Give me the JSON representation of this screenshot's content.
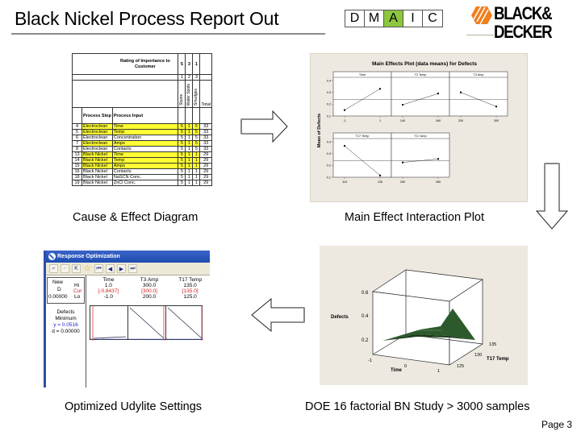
{
  "header": {
    "title": "Black Nickel Process Report Out",
    "dmaic": [
      {
        "letter": "D",
        "active": false
      },
      {
        "letter": "M",
        "active": false
      },
      {
        "letter": "A",
        "active": true
      },
      {
        "letter": "I",
        "active": false
      },
      {
        "letter": "C",
        "active": false
      }
    ],
    "logo_line1": "BLACK&",
    "logo_line2": "DECKER",
    "accent_color": "#8cc63f",
    "logo_orange": "#f07f1e"
  },
  "cause_effect": {
    "caption": "Cause & Effect Diagram",
    "rating_label": "Rating of Importance to Customer",
    "ratings": [
      "5",
      "3",
      "1"
    ],
    "col_numbers": [
      "1",
      "2",
      "3"
    ],
    "outputs": [
      "Stains",
      "Water Spots",
      "Smudges"
    ],
    "total_label": "Total",
    "col_headers": [
      "Process Step",
      "Process Input"
    ],
    "highlight_color": "#ffff33",
    "rows": [
      {
        "n": "4",
        "step": "Electroclean",
        "input": "Time",
        "a": "5",
        "b": "1",
        "c": "5",
        "total": "33",
        "hl": true
      },
      {
        "n": "5",
        "step": "Electroclean",
        "input": "Temp",
        "a": "5",
        "b": "1",
        "c": "5",
        "total": "33",
        "hl": true
      },
      {
        "n": "6",
        "step": "Electroclean",
        "input": "Concentration",
        "a": "5",
        "b": "1",
        "c": "5",
        "total": "33",
        "hl": false
      },
      {
        "n": "7",
        "step": "Electroclean",
        "input": "Amps",
        "a": "5",
        "b": "1",
        "c": "5",
        "total": "33",
        "hl": true
      },
      {
        "n": "8",
        "step": "Electroclean",
        "input": "Contacts",
        "a": "5",
        "b": "1",
        "c": "5",
        "total": "33",
        "hl": false
      },
      {
        "n": "13",
        "step": "Black Nickel",
        "input": "Time",
        "a": "5",
        "b": "1",
        "c": "1",
        "total": "29",
        "hl": true
      },
      {
        "n": "14",
        "step": "Black Nickel",
        "input": "Temp",
        "a": "5",
        "b": "1",
        "c": "1",
        "total": "29",
        "hl": true
      },
      {
        "n": "15",
        "step": "Black Nickel",
        "input": "Amps",
        "a": "5",
        "b": "1",
        "c": "1",
        "total": "29",
        "hl": true
      },
      {
        "n": "16",
        "step": "Black Nickel",
        "input": "Contacts",
        "a": "5",
        "b": "1",
        "c": "1",
        "total": "29",
        "hl": false
      },
      {
        "n": "18",
        "step": "Black Nickel",
        "input": "NaSCN Conc.",
        "a": "5",
        "b": "1",
        "c": "1",
        "total": "29",
        "hl": false
      },
      {
        "n": "19",
        "step": "Black Nickel",
        "input": "ZnCl Conc.",
        "a": "5",
        "b": "1",
        "c": "1",
        "total": "29",
        "hl": false
      }
    ]
  },
  "main_effects": {
    "caption": "Main Effect Interaction Plot",
    "chart_data": {
      "type": "line",
      "title": "Main Effects Plot (data means) for Defects",
      "ylabel": "Mean of Defects",
      "ylim": [
        0.1,
        0.4
      ],
      "yticks": [
        "0.1",
        "0.2",
        "0.3",
        "0.4"
      ],
      "reference_line": 0.24,
      "panels": [
        {
          "name": "Time",
          "x": [
            "-1",
            "1"
          ],
          "y": [
            0.15,
            0.33
          ]
        },
        {
          "name": "T2 Temp",
          "x": [
            "140",
            "160"
          ],
          "y": [
            0.195,
            0.29
          ]
        },
        {
          "name": "T3 Amp",
          "x": [
            "200",
            "300"
          ],
          "y": [
            0.3,
            0.18
          ]
        },
        {
          "name": "T17 Temp",
          "x": [
            "115",
            "135"
          ],
          "y": [
            0.365,
            0.115
          ]
        },
        {
          "name": "T17 Amp",
          "x": [
            "250",
            "350"
          ],
          "y": [
            0.225,
            0.255
          ]
        }
      ]
    }
  },
  "response_opt": {
    "caption": "Optimized Udylite Settings",
    "window_title": "Response Optimization",
    "new_label": "New",
    "d_label": "D",
    "d_value": "0.00000",
    "hi_label": "Hi",
    "cur_label": "Cur",
    "lo_label": "Lo",
    "factors": [
      {
        "name": "Time",
        "hi": "1.0",
        "cur": "[-0.8437]",
        "lo": "-1.0"
      },
      {
        "name": "T3 Amp",
        "hi": "300.0",
        "cur": "[300.0]",
        "lo": "200.0"
      },
      {
        "name": "T17 Temp",
        "hi": "135.0",
        "cur": "[135.0]",
        "lo": "125.0"
      }
    ],
    "response_name": "Defects",
    "goal": "Minimum",
    "y_value": "y = 0.0516",
    "d_result": "d = 0.00000",
    "toolbar_icons": [
      "insert-icon",
      "remove-icon",
      "edit-icon",
      "star-icon",
      "first-icon",
      "prev-icon",
      "next-icon",
      "last-icon"
    ]
  },
  "surface": {
    "caption": "DOE 16 factorial BN Study > 3000 samples",
    "chart_data": {
      "type": "surface",
      "zlabel": "Defects",
      "xlabel": "Time",
      "ylabel": "T17 Temp",
      "zticks": [
        "0.2",
        "0.4",
        "0.6"
      ],
      "xticks": [
        "-1",
        "0",
        "1"
      ],
      "yticks": [
        "125",
        "130",
        "135"
      ],
      "surface_color": "#2d5a2d"
    }
  },
  "footer": {
    "page": "Page 3"
  }
}
